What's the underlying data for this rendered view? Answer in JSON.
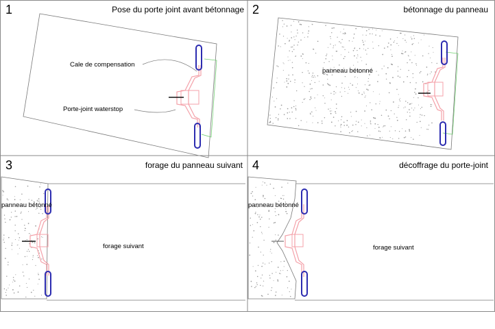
{
  "panels": [
    {
      "number": "1",
      "title": "Pose du porte joint avant bétonnage",
      "labels": {
        "cale": "Cale de compensation",
        "porte_joint": "Porte-joint waterstop"
      }
    },
    {
      "number": "2",
      "title": "bétonnage du panneau",
      "labels": {
        "panneau": "panneau bétonné"
      }
    },
    {
      "number": "3",
      "title": "forage du panneau suivant",
      "labels": {
        "panneau": "panneau bétonné",
        "forage": "forage suivant"
      }
    },
    {
      "number": "4",
      "title": "décoffrage du porte-joint",
      "labels": {
        "panneau": "panneau bétonné",
        "forage": "forage suivant"
      }
    }
  ],
  "colors": {
    "frame": "#888888",
    "line": "#777777",
    "waterstop": "#f4a0a8",
    "seal": "#2b2bb0",
    "guide": "#66cc66",
    "dots": "#999999",
    "text": "#111111"
  }
}
